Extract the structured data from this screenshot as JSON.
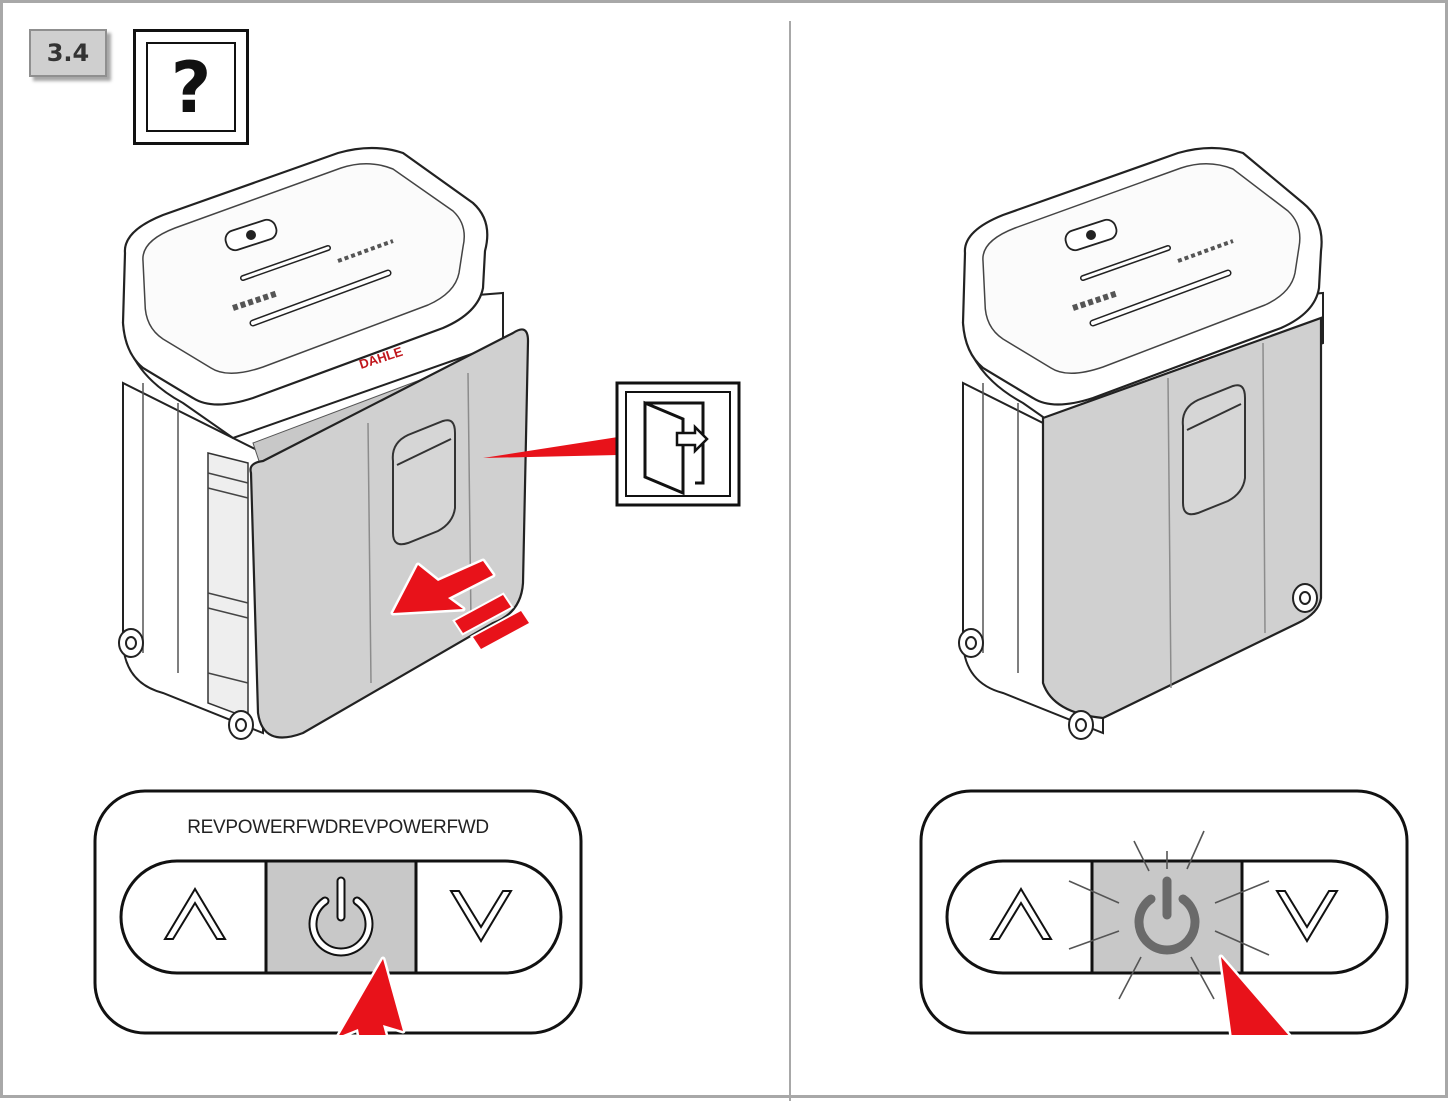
{
  "step": {
    "number": "3.4"
  },
  "help_icon": {
    "glyph": "?"
  },
  "left_panel": {
    "label": "REVPOWERFWDREVPOWERFWD"
  },
  "brand": {
    "text": "DAHLE"
  },
  "colors": {
    "accent_red": "#e8121a",
    "bin_gray": "#d0d0d0",
    "frame_gray": "#a8a8a8"
  }
}
